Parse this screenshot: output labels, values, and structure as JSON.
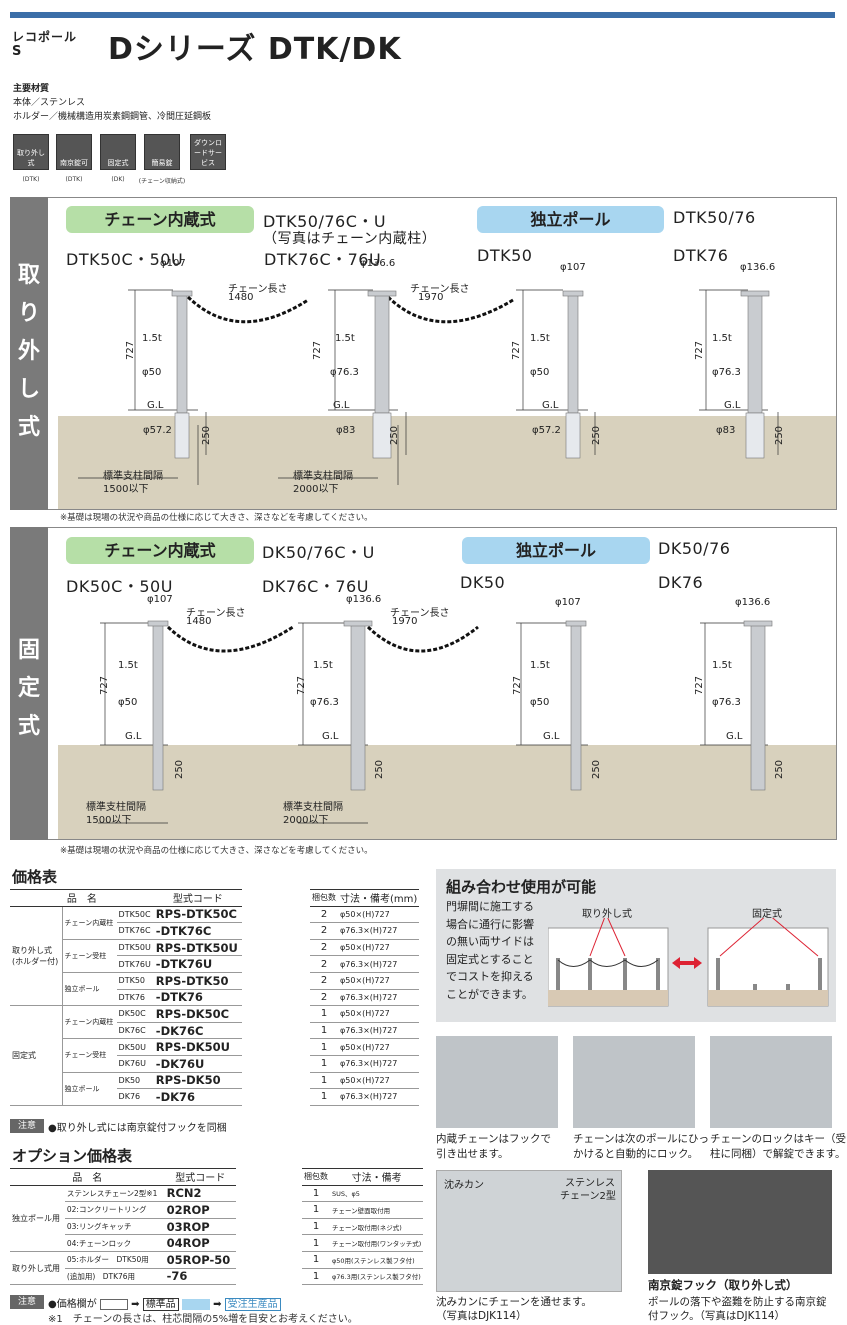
{
  "header": {
    "sub1": "レコポール",
    "sub2": "S",
    "title": "Dシリーズ DTK/DK"
  },
  "materials": {
    "head": "主要材質",
    "l1": "本体／ステンレス",
    "l2": "ホルダー／機械構造用炭素鋼鋼管、冷間圧延鋼板"
  },
  "icons": [
    {
      "label": "取り外し式",
      "cap": "(DTK)"
    },
    {
      "label": "南京錠可",
      "cap": "(DTK)"
    },
    {
      "label": "固定式",
      "cap": "(DK)"
    },
    {
      "label": "簡易錠",
      "cap": "(チェーン収納式)"
    },
    {
      "label": "ダウンロードサービス",
      "cap": ""
    }
  ],
  "removable": {
    "side": [
      "取",
      "り",
      "外",
      "し",
      "式"
    ],
    "tag1": "チェーン内蔵式",
    "tag2": "独立ポール",
    "m1": "DTK50/76C・U",
    "m1b": "（写真はチェーン内蔵柱）",
    "m2": "DTK50/76",
    "p1": "DTK50C・50U",
    "p2": "DTK76C・76U",
    "p3": "DTK50",
    "p4": "DTK76"
  },
  "fixed": {
    "side": [
      "固",
      "定",
      "式"
    ],
    "tag1": "チェーン内蔵式",
    "tag2": "独立ポール",
    "m1": "DK50/76C・U",
    "m2": "DK50/76",
    "p1": "DK50C・50U",
    "p2": "DK76C・76U",
    "p3": "DK50",
    "p4": "DK76"
  },
  "dims": {
    "d107": "φ107",
    "d1366": "φ136.6",
    "chain": "チェーン長さ",
    "c1480": "1480",
    "c1970": "1970",
    "h727": "727",
    "t15": "1.5t",
    "d50": "φ50",
    "d763": "φ76.3",
    "gl": "G.L",
    "d572": "φ57.2",
    "d83": "φ83",
    "h250": "250",
    "std": "標準支柱間隔",
    "s1500": "1500以下",
    "s2000": "2000以下"
  },
  "note1": "※基礎は現場の状況や商品の仕様に応じて大きさ、深さなどを考慮してください。",
  "note2": "※基礎は現場の状況や商品の仕様に応じて大きさ、深さなどを考慮してください。",
  "price": {
    "title": "価格表",
    "h_name": "品　名",
    "h_code": "型式コード",
    "h_qty": "梱包数",
    "h_spec": "寸法・備考(mm)",
    "rows": [
      {
        "g": "取り外し式",
        "g2": "(ホルダー付)",
        "s": "チェーン内蔵柱",
        "n": "DTK50C",
        "c": "RPS-DTK50C",
        "q": "2",
        "d": "φ50×(H)727"
      },
      {
        "g": "",
        "g2": "",
        "s": "",
        "n": "DTK76C",
        "c": "-DTK76C",
        "q": "2",
        "d": "φ76.3×(H)727"
      },
      {
        "g": "",
        "g2": "",
        "s": "チェーン受柱",
        "n": "DTK50U",
        "c": "RPS-DTK50U",
        "q": "2",
        "d": "φ50×(H)727"
      },
      {
        "g": "",
        "g2": "",
        "s": "",
        "n": "DTK76U",
        "c": "-DTK76U",
        "q": "2",
        "d": "φ76.3×(H)727"
      },
      {
        "g": "",
        "g2": "",
        "s": "独立ポール",
        "n": "DTK50",
        "c": "RPS-DTK50",
        "q": "2",
        "d": "φ50×(H)727"
      },
      {
        "g": "",
        "g2": "",
        "s": "",
        "n": "DTK76",
        "c": "-DTK76",
        "q": "2",
        "d": "φ76.3×(H)727"
      },
      {
        "g": "固定式",
        "g2": "",
        "s": "チェーン内蔵柱",
        "n": "DK50C",
        "c": "RPS-DK50C",
        "q": "1",
        "d": "φ50×(H)727"
      },
      {
        "g": "",
        "g2": "",
        "s": "",
        "n": "DK76C",
        "c": "-DK76C",
        "q": "1",
        "d": "φ76.3×(H)727"
      },
      {
        "g": "",
        "g2": "",
        "s": "チェーン受柱",
        "n": "DK50U",
        "c": "RPS-DK50U",
        "q": "1",
        "d": "φ50×(H)727"
      },
      {
        "g": "",
        "g2": "",
        "s": "",
        "n": "DK76U",
        "c": "-DK76U",
        "q": "1",
        "d": "φ76.3×(H)727"
      },
      {
        "g": "",
        "g2": "",
        "s": "独立ポール",
        "n": "DK50",
        "c": "RPS-DK50",
        "q": "1",
        "d": "φ50×(H)727"
      },
      {
        "g": "",
        "g2": "",
        "s": "",
        "n": "DK76",
        "c": "-DK76",
        "q": "1",
        "d": "φ76.3×(H)727"
      }
    ],
    "note_tag": "注意",
    "note": "●取り外し式には南京錠付フックを同梱"
  },
  "option": {
    "title": "オプション価格表",
    "h_name": "品　名",
    "h_code": "型式コード",
    "h_qty": "梱包数",
    "h_spec": "寸法・備考",
    "rows": [
      {
        "g": "独立ポール用",
        "n": "ステンレスチェーン2型※1",
        "c": "RCN2",
        "q": "1",
        "d": "SUS、φ5"
      },
      {
        "g": "",
        "n": "02:コンクリートリング",
        "c": "02ROP",
        "q": "1",
        "d": "チェーン壁面取付用"
      },
      {
        "g": "",
        "n": "03:リングキャッチ",
        "c": "03ROP",
        "q": "1",
        "d": "チェーン取付用(ネジ式)"
      },
      {
        "g": "",
        "n": "04:チェーンロック",
        "c": "04ROP",
        "q": "1",
        "d": "チェーン取付用(ワンタッチ式)"
      },
      {
        "g": "取り外し式用",
        "n": "05:ホルダー　DTK50用",
        "c": "05ROP-50",
        "q": "1",
        "d": "φ50用(ステンレス製フタ付)"
      },
      {
        "g": "",
        "n": "(追加用)　DTK76用",
        "c": "-76",
        "q": "1",
        "d": "φ76.3用(ステンレス製フタ付)"
      }
    ],
    "note_tag": "注意",
    "note_a": "●価格欄が",
    "note_b": "標準品",
    "note_c": "受注生産品",
    "note_d": "※1　チェーンの長さは、柱芯間隔の5%増を目安とお考えください。"
  },
  "combo": {
    "title": "組み合わせ使用が可能",
    "text": [
      "門塀間に施工する",
      "場合に通行に影響",
      "の無い両サイドは",
      "固定式とすること",
      "でコストを抑える",
      "ことができます。"
    ],
    "lbl1": "取り外し式",
    "lbl2": "固定式"
  },
  "photos": [
    {
      "l1": "内蔵チェーンはフックで",
      "l2": "引き出せます。"
    },
    {
      "l1": "チェーンは次のポールにひっ",
      "l2": "かけると自動的にロック。"
    },
    {
      "l1": "チェーンのロックはキー（受",
      "l2": "柱に同梱）で解錠できます。"
    }
  ],
  "photo4": {
    "a": "沈みカン",
    "b": "ステンレス",
    "c": "チェーン2型",
    "cap1": "沈みカンにチェーンを通せます。",
    "cap2": "（写真はDJK114）"
  },
  "photo5": {
    "title": "南京錠フック（取り外し式）",
    "cap1": "ポールの落下や盗難を防止する南京錠",
    "cap2": "付フック。（写真はDJK114）"
  }
}
